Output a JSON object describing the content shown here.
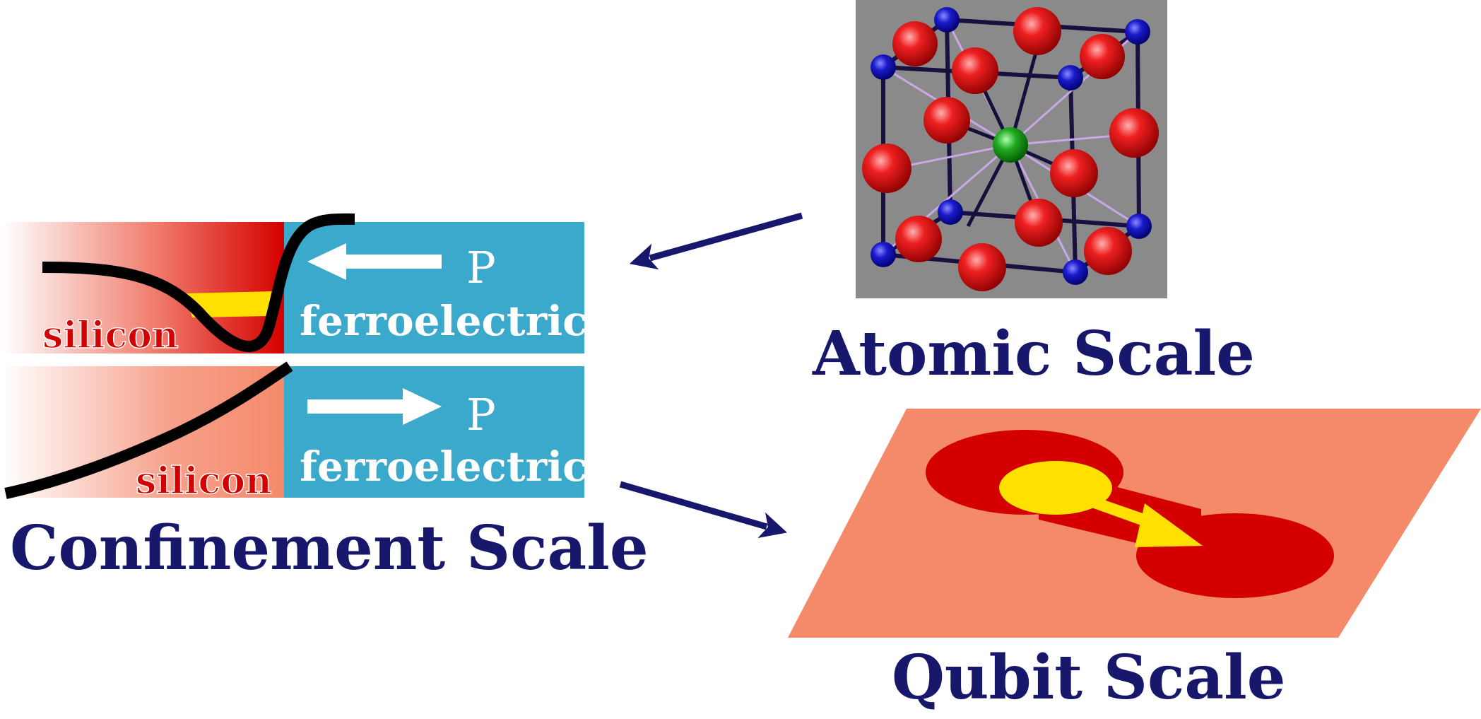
{
  "confinement": {
    "top_panel": {
      "material_left": "silicon",
      "polarization": "P",
      "material_right": "ferroelectric"
    },
    "bottom_panel": {
      "material_left": "silicon",
      "polarization": "P",
      "material_right": "ferroelectric"
    },
    "label": "Confinement Scale"
  },
  "atomic": {
    "label": "Atomic Scale"
  },
  "qubit": {
    "label": "Qubit Scale"
  },
  "colors": {
    "navy": "#17176b",
    "ferroelectric_blue": "#3aa9cc",
    "silicon_red": "#d40000",
    "silicon_pink": "#f7917a",
    "highlight_yellow": "#ffe000",
    "plane_salmon": "#f58a6b",
    "lattice_bg": "#8a8a8a",
    "atom_red": "#e01010",
    "atom_blue": "#1a1acc",
    "atom_green": "#22aa22"
  }
}
